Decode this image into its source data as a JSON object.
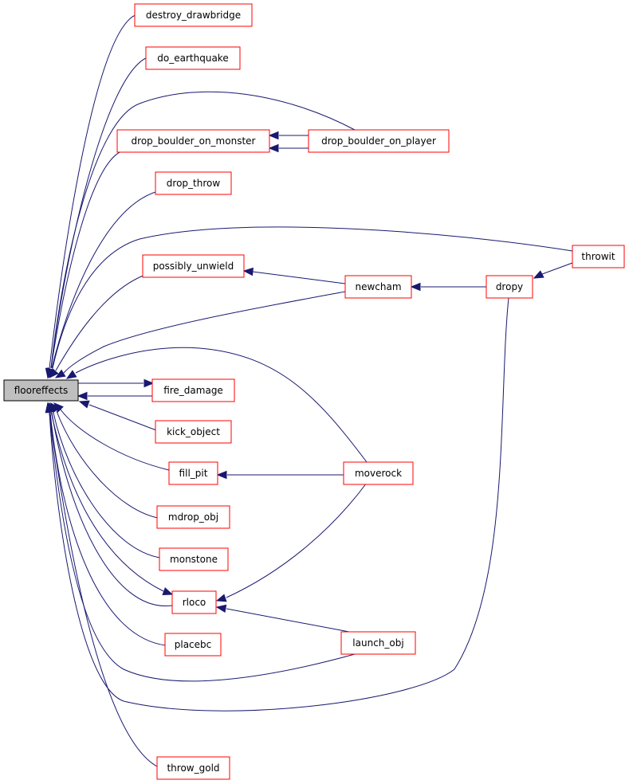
{
  "graph": {
    "edge_color": "#191970",
    "node_border_color": "#ff0000",
    "root_fill": "#bfbfbf",
    "root": "flooreffects",
    "nodes": [
      {
        "id": "flooreffects",
        "label": "flooreffects"
      },
      {
        "id": "destroy_drawbridge",
        "label": "destroy_drawbridge"
      },
      {
        "id": "do_earthquake",
        "label": "do_earthquake"
      },
      {
        "id": "drop_boulder_on_monster",
        "label": "drop_boulder_on_monster"
      },
      {
        "id": "drop_boulder_on_player",
        "label": "drop_boulder_on_player"
      },
      {
        "id": "drop_throw",
        "label": "drop_throw"
      },
      {
        "id": "throwit",
        "label": "throwit"
      },
      {
        "id": "possibly_unwield",
        "label": "possibly_unwield"
      },
      {
        "id": "newcham",
        "label": "newcham"
      },
      {
        "id": "dropy",
        "label": "dropy"
      },
      {
        "id": "fire_damage",
        "label": "fire_damage"
      },
      {
        "id": "kick_object",
        "label": "kick_object"
      },
      {
        "id": "fill_pit",
        "label": "fill_pit"
      },
      {
        "id": "moverock",
        "label": "moverock"
      },
      {
        "id": "mdrop_obj",
        "label": "mdrop_obj"
      },
      {
        "id": "monstone",
        "label": "monstone"
      },
      {
        "id": "rloco",
        "label": "rloco"
      },
      {
        "id": "launch_obj",
        "label": "launch_obj"
      },
      {
        "id": "placebc",
        "label": "placebc"
      },
      {
        "id": "throw_gold",
        "label": "throw_gold"
      }
    ],
    "edges": [
      {
        "from": "destroy_drawbridge",
        "to": "flooreffects"
      },
      {
        "from": "do_earthquake",
        "to": "flooreffects"
      },
      {
        "from": "drop_boulder_on_monster",
        "to": "flooreffects"
      },
      {
        "from": "drop_boulder_on_player",
        "to": "flooreffects"
      },
      {
        "from": "drop_boulder_on_player",
        "to": "drop_boulder_on_monster"
      },
      {
        "from": "drop_boulder_on_monster",
        "to": "drop_boulder_on_player"
      },
      {
        "from": "drop_throw",
        "to": "flooreffects"
      },
      {
        "from": "throwit",
        "to": "flooreffects"
      },
      {
        "from": "possibly_unwield",
        "to": "flooreffects"
      },
      {
        "from": "newcham",
        "to": "possibly_unwield"
      },
      {
        "from": "newcham",
        "to": "flooreffects"
      },
      {
        "from": "dropy",
        "to": "newcham"
      },
      {
        "from": "throwit",
        "to": "dropy"
      },
      {
        "from": "moverock",
        "to": "flooreffects"
      },
      {
        "from": "fire_damage",
        "to": "flooreffects"
      },
      {
        "from": "flooreffects",
        "to": "fire_damage"
      },
      {
        "from": "kick_object",
        "to": "flooreffects"
      },
      {
        "from": "fill_pit",
        "to": "flooreffects"
      },
      {
        "from": "moverock",
        "to": "fill_pit"
      },
      {
        "from": "mdrop_obj",
        "to": "flooreffects"
      },
      {
        "from": "monstone",
        "to": "flooreffects"
      },
      {
        "from": "rloco",
        "to": "flooreffects"
      },
      {
        "from": "flooreffects",
        "to": "rloco"
      },
      {
        "from": "moverock",
        "to": "rloco"
      },
      {
        "from": "launch_obj",
        "to": "rloco"
      },
      {
        "from": "placebc",
        "to": "flooreffects"
      },
      {
        "from": "launch_obj",
        "to": "flooreffects"
      },
      {
        "from": "dropy",
        "to": "flooreffects"
      },
      {
        "from": "throw_gold",
        "to": "flooreffects"
      }
    ]
  }
}
